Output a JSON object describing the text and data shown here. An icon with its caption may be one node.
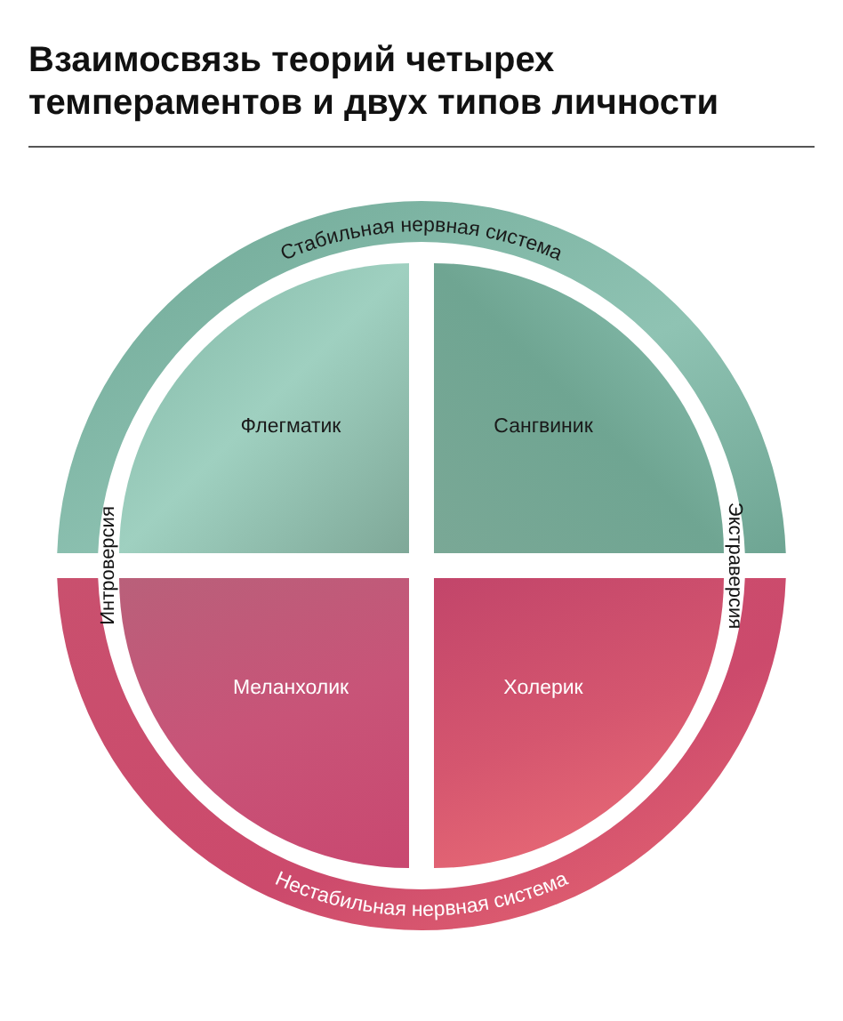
{
  "diagram": {
    "title": "Взаимосвязь теорий четырех темпераментов и двух типов личности",
    "nodes": [
      {
        "text": [
          "Стабильная нервная система"
        ]
      },
      {
        "text": [
          "Флегматик"
        ]
      },
      {
        "text": [
          "Сангвиник"
        ]
      },
      {
        "text": [
          "Меланхолик"
        ]
      },
      {
        "text": [
          "Холерик"
        ]
      },
      {
        "text": [
          "Нестабильная нервная система"
        ]
      }
    ],
    "labels": [
      "Интроверсия",
      "Экстраверсия"
    ]
  }
}
